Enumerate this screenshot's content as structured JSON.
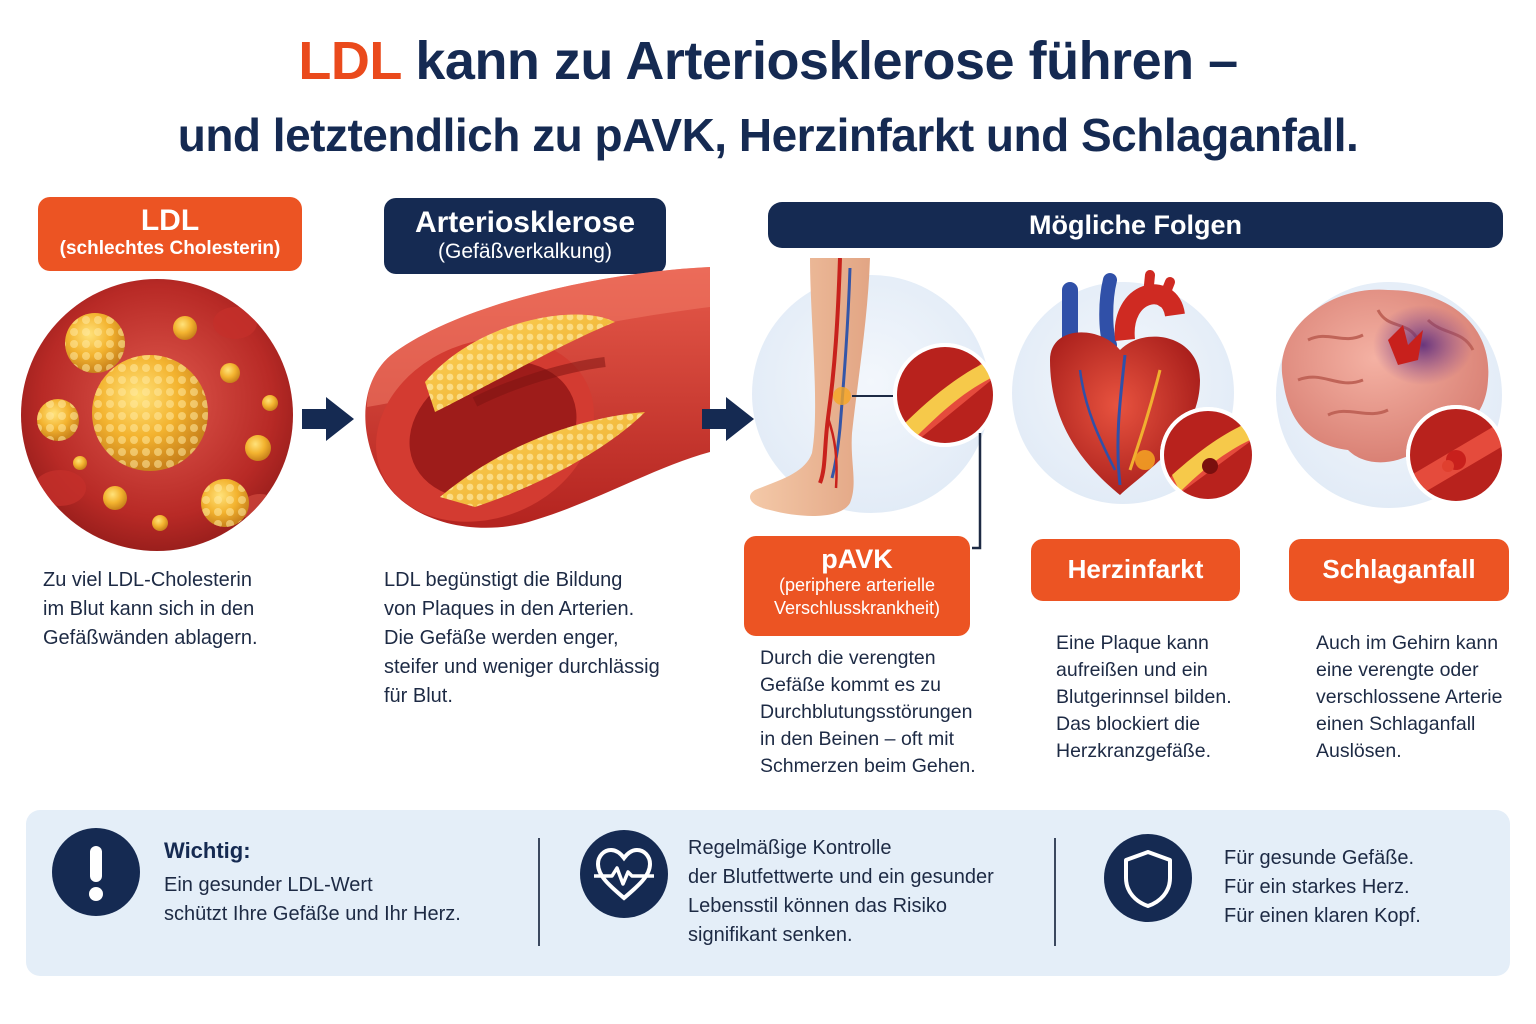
{
  "title": {
    "line1_accent": "LDL",
    "line1_rest": " kann zu Arteriosklerose führen –",
    "line2": "und letztendlich zu pAVK, Herzinfarkt und Schlaganfall."
  },
  "colors": {
    "accent": "#ec5423",
    "navy": "#152a52",
    "panel": "#e4eef8"
  },
  "ldl": {
    "label": "LDL",
    "sub": "(schlechtes Cholesterin)",
    "desc": [
      "Zu viel LDL-Cholesterin",
      "im Blut kann sich in den",
      "Gefäßwänden ablagern."
    ]
  },
  "arterio": {
    "label": "Arteriosklerose",
    "sub": "(Gefäßverkalkung)",
    "desc": [
      "LDL begünstigt die Bildung",
      "von Plaques in den Arterien.",
      "Die Gefäße werden enger,",
      "steifer und weniger durchlässig",
      "für Blut."
    ]
  },
  "folgen": {
    "header": "Mögliche Folgen",
    "pavk": {
      "label": "pAVK",
      "sub1": "(periphere arterielle",
      "sub2": "Verschlusskrankheit)",
      "desc": [
        "Durch die verengten",
        "Gefäße kommt es zu",
        "Durchblutungsstörungen",
        "in den Beinen – oft mit",
        "Schmerzen beim Gehen."
      ]
    },
    "herz": {
      "label": "Herzinfarkt",
      "desc": [
        "Eine Plaque kann",
        "aufreißen und ein",
        "Blutgerinnsel bilden.",
        "Das blockiert die",
        "Herzkranzgefäße."
      ]
    },
    "schlag": {
      "label": "Schlaganfall",
      "desc": [
        "Auch im Gehirn kann",
        "eine verengte oder",
        "verschlossene Arterie",
        "einen Schlaganfall",
        "Auslösen."
      ]
    }
  },
  "bottom": {
    "wichtig_title": "Wichtig:",
    "wichtig": [
      "Ein gesunder LDL-Wert",
      "schützt Ihre Gefäße und Ihr Herz."
    ],
    "kontrolle": [
      "Regelmäßige Kontrolle",
      "der Blutfettwerte und ein gesunder",
      "Lebensstil können das Risiko",
      "signifikant senken."
    ],
    "gesund": [
      "Für gesunde Gefäße.",
      "Für ein starkes Herz.",
      "Für einen klaren Kopf."
    ]
  },
  "icons": [
    "exclamation-icon",
    "heart-pulse-icon",
    "shield-icon",
    "arrow-right-icon"
  ]
}
